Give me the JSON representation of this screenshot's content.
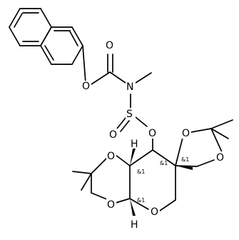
{
  "structure": {
    "atoms": {
      "O": "O",
      "N": "N",
      "S": "S",
      "H": "H"
    },
    "stereo_label": "&1"
  }
}
